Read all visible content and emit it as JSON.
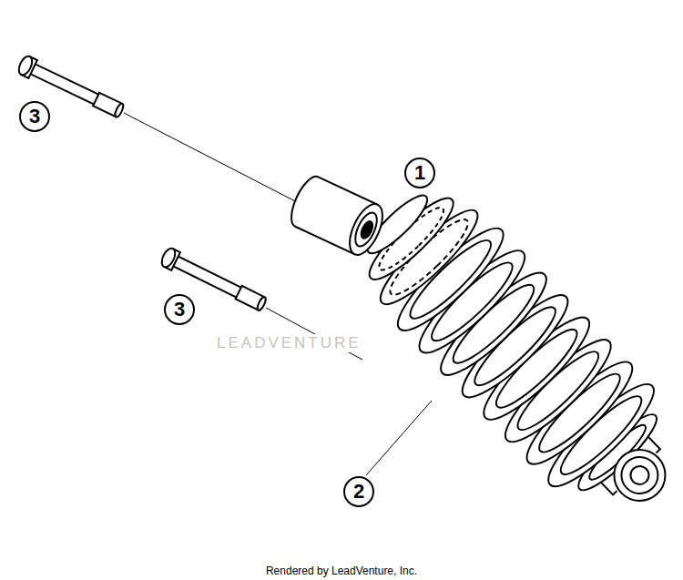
{
  "diagram": {
    "caption": "Rendered by LeadVenture, Inc.",
    "labels": [
      "1",
      "2",
      "3",
      "3",
      "LEADVENTURE"
    ]
  }
}
